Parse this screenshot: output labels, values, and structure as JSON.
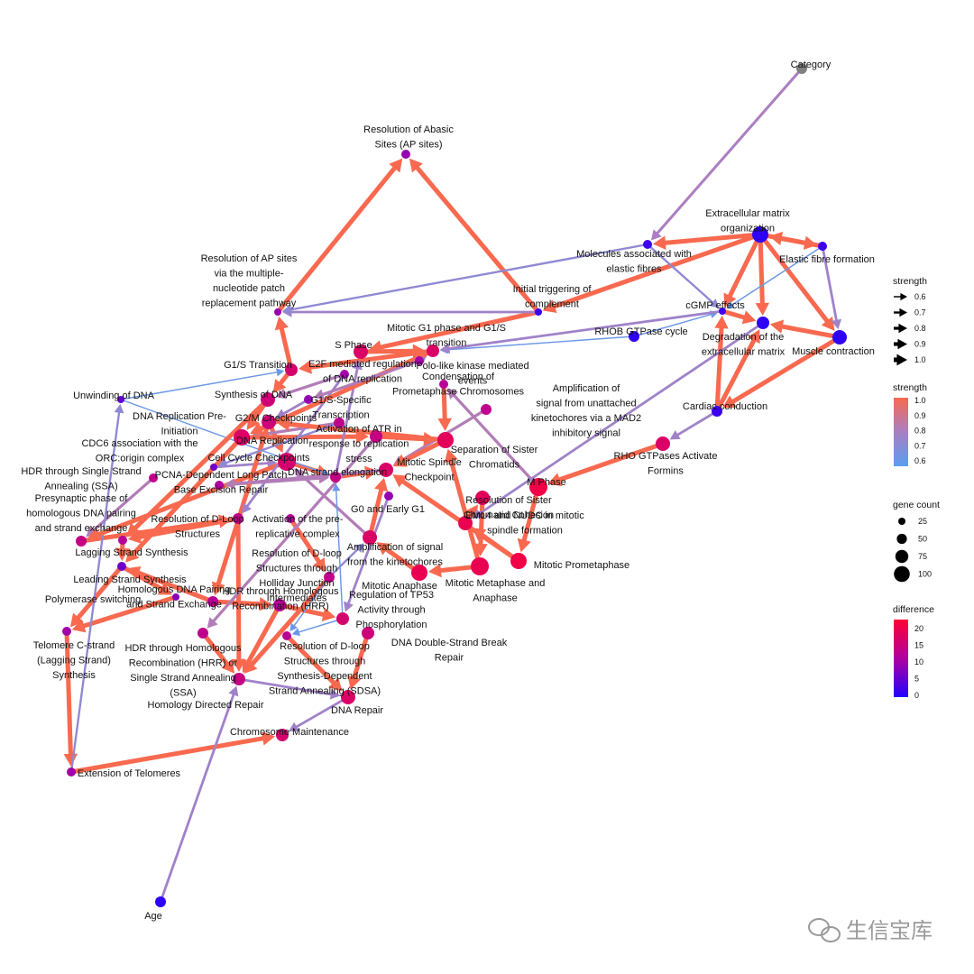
{
  "colors": {
    "edge_high": "#f8694f",
    "edge_mid": "#a97fc4",
    "edge_low": "#5a9ef0",
    "node_high": "#ff0033",
    "node_mid": "#b000a0",
    "node_low": "#2200ff",
    "node_category": "#808080"
  },
  "nodes": [
    {
      "id": "category",
      "label": "Category",
      "diff": null,
      "size": 6
    },
    {
      "id": "abasic",
      "label": "Resolution of Abasic\nSites (AP sites)",
      "diff": 9,
      "size": 5
    },
    {
      "id": "ap_multi",
      "label": "Resolution of AP sites\nvia the multiple-\nnucleotide patch\nreplacement pathway",
      "diff": 9,
      "size": 4
    },
    {
      "id": "ecm_org",
      "label": "Extracellular matrix\norganization",
      "diff": 1,
      "size": 9
    },
    {
      "id": "molecules_elastic",
      "label": "Molecules associated with\nelastic fibres",
      "diff": 2,
      "size": 5
    },
    {
      "id": "elastic_fibre",
      "label": "Elastic fibre formation",
      "diff": 2,
      "size": 5
    },
    {
      "id": "initial_complement",
      "label": "Initial triggering of\ncomplement",
      "diff": 2,
      "size": 4
    },
    {
      "id": "cgmp",
      "label": "cGMP effects",
      "diff": 2,
      "size": 4
    },
    {
      "id": "rhob",
      "label": "RHOB GTPase cycle",
      "diff": 1,
      "size": 6
    },
    {
      "id": "degradation_ecm",
      "label": "Degradation of the\nextracellular matrix",
      "diff": 1,
      "size": 7
    },
    {
      "id": "muscle",
      "label": "Muscle contraction",
      "diff": 1,
      "size": 8
    },
    {
      "id": "cardiac",
      "label": "Cardiac conduction",
      "diff": 2,
      "size": 6
    },
    {
      "id": "s_phase",
      "label": "S Phase",
      "diff": 17,
      "size": 8
    },
    {
      "id": "mitotic_g1s",
      "label": "Mitotic G1 phase and G1/S\ntransition",
      "diff": 17,
      "size": 7
    },
    {
      "id": "g1s_transition",
      "label": "G1/S Transition",
      "diff": 16,
      "size": 7
    },
    {
      "id": "e2f",
      "label": "E2F mediated regulation\nof DNA replication",
      "diff": 10,
      "size": 5
    },
    {
      "id": "plk",
      "label": "Polo-like kinase mediated\nevents",
      "diff": 10,
      "size": 5
    },
    {
      "id": "unwinding",
      "label": "Unwinding of DNA",
      "diff": 5,
      "size": 4
    },
    {
      "id": "synthesis_dna",
      "label": "Synthesis of DNA",
      "diff": 15,
      "size": 8
    },
    {
      "id": "g1s_specific",
      "label": "G1/S-Specific\nTranscription",
      "diff": 9,
      "size": 5
    },
    {
      "id": "condensation",
      "label": "Condensation of\nPrometaphase Chromosomes",
      "diff": 12,
      "size": 5
    },
    {
      "id": "mad2",
      "label": "Amplification of\nsignal from unattached\nkinetochores via a MAD2\ninhibitory signal",
      "diff": 13,
      "size": 6
    },
    {
      "id": "g2m",
      "label": "G2/M Checkpoints",
      "diff": 15,
      "size": 8
    },
    {
      "id": "dna_rep_pre",
      "label": "DNA Replication Pre-\nInitiation",
      "diff": 13,
      "size": 6
    },
    {
      "id": "dna_replication",
      "label": "DNA Replication",
      "diff": 17,
      "size": 9
    },
    {
      "id": "atr",
      "label": "Activation of ATR in\nresponse to replication\nstress",
      "diff": 14,
      "size": 7
    },
    {
      "id": "sep_sister",
      "label": "Separation of Sister\nChromatids",
      "diff": 18,
      "size": 9
    },
    {
      "id": "rho_formins",
      "label": "RHO GTPases Activate\nFormins",
      "diff": 17,
      "size": 8
    },
    {
      "id": "cdc6",
      "label": "CDC6 association with the\nORC:origin complex",
      "diff": 6,
      "size": 4
    },
    {
      "id": "cell_cycle_cp",
      "label": "Cell Cycle Checkpoints",
      "diff": 16,
      "size": 10
    },
    {
      "id": "hdr_ssa",
      "label": "HDR through Single Strand\nAnnealing (SSA)",
      "diff": 13,
      "size": 5
    },
    {
      "id": "pcna_lp",
      "label": "PCNA-Dependent Long Patch\nBase Excision Repair",
      "diff": 11,
      "size": 5
    },
    {
      "id": "dna_elong",
      "label": "DNA strand elongation",
      "diff": 14,
      "size": 6
    },
    {
      "id": "mitotic_spindle_cp",
      "label": "Mitotic Spindle\nCheckpoint",
      "diff": 17,
      "size": 8
    },
    {
      "id": "m_phase",
      "label": "M Phase",
      "diff": 20,
      "size": 10
    },
    {
      "id": "g0_g1",
      "label": "G0 and Early G1",
      "diff": 9,
      "size": 5
    },
    {
      "id": "res_sister",
      "label": "Resolution of Sister\nChromatid Cohesion",
      "diff": 18,
      "size": 8
    },
    {
      "id": "presynaptic",
      "label": "Presynaptic phase of\nhomologous DNA pairing\nand strand exchange",
      "diff": 14,
      "size": 6
    },
    {
      "id": "res_dloop",
      "label": "Resolution of D-Loop\nStructures",
      "diff": 13,
      "size": 6
    },
    {
      "id": "pre_rep_complex",
      "label": "Activation of the pre-\nreplicative complex",
      "diff": 12,
      "size": 5
    },
    {
      "id": "eml4",
      "label": "EML4 and NUDC in mitotic\nspindle formation",
      "diff": 19,
      "size": 8
    },
    {
      "id": "lagging",
      "label": "Lagging Strand Synthesis",
      "diff": 12,
      "size": 5
    },
    {
      "id": "amp_kinetochores",
      "label": "Amplification of signal\nfrom the kinetochores",
      "diff": 17,
      "size": 8
    },
    {
      "id": "mitotic_prometa",
      "label": "Mitotic Prometaphase",
      "diff": 20,
      "size": 9
    },
    {
      "id": "res_dloop_hj",
      "label": "Resolution of D-loop\nStructures through\nHolliday Junction\nIntermediates",
      "diff": 13,
      "size": 6
    },
    {
      "id": "leading",
      "label": "Leading Strand Synthesis",
      "diff": 6,
      "size": 5
    },
    {
      "id": "mitotic_anaphase",
      "label": "Mitotic Anaphase",
      "diff": 19,
      "size": 9
    },
    {
      "id": "mitotic_meta",
      "label": "Mitotic Metaphase and\nAnaphase",
      "diff": 19,
      "size": 10
    },
    {
      "id": "polymerase_switch",
      "label": "Polymerase switching",
      "diff": 8,
      "size": 4
    },
    {
      "id": "hdr_hr",
      "label": "HDR through Homologous\nRecombination (HRR)",
      "diff": 12,
      "size": 7
    },
    {
      "id": "homologous_pair",
      "label": "Homologous DNA Pairing\nand Strand Exchange",
      "diff": 12,
      "size": 6
    },
    {
      "id": "tp53",
      "label": "Regulation of TP53\nActivity through\nPhosphorylation",
      "diff": 16,
      "size": 7
    },
    {
      "id": "telomere_c",
      "label": "Telomere C-strand\n(Lagging Strand)\nSynthesis",
      "diff": 10,
      "size": 5
    },
    {
      "id": "hdr_hr_ssa",
      "label": "HDR through Homologous\nRecombination (HRR) or\nSingle Strand Annealing\n(SSA)",
      "diff": 13,
      "size": 6
    },
    {
      "id": "res_dloop_sdsa",
      "label": "Resolution of D-loop\nStructures through\nSynthesis-Dependent\nStrand Annealing (SDSA)",
      "diff": 12,
      "size": 5
    },
    {
      "id": "dsb_repair",
      "label": "DNA Double-Strand Break\nRepair",
      "diff": 15,
      "size": 7
    },
    {
      "id": "homology_directed",
      "label": "Homology Directed Repair",
      "diff": 14,
      "size": 7
    },
    {
      "id": "dna_repair",
      "label": "DNA Repair",
      "diff": 17,
      "size": 8
    },
    {
      "id": "chromosome_maint",
      "label": "Chromosome Maintenance",
      "diff": 16,
      "size": 7
    },
    {
      "id": "ext_telomeres",
      "label": "Extension of Telomeres",
      "diff": 10,
      "size": 5
    },
    {
      "id": "age",
      "label": "Age",
      "diff": 1,
      "size": 6
    }
  ],
  "edges": [
    {
      "from": "category",
      "to": "molecules_elastic",
      "strength": 0.78
    },
    {
      "from": "ap_multi",
      "to": "abasic",
      "strength": 1.0
    },
    {
      "from": "initial_complement",
      "to": "abasic",
      "strength": 1.0
    },
    {
      "from": "ecm_org",
      "to": "molecules_elastic",
      "strength": 1.0
    },
    {
      "from": "ecm_org",
      "to": "elastic_fibre",
      "strength": 1.0
    },
    {
      "from": "elastic_fibre",
      "to": "ecm_org",
      "strength": 1.0
    },
    {
      "from": "ecm_org",
      "to": "cgmp",
      "strength": 1.0
    },
    {
      "from": "ecm_org",
      "to": "degradation_ecm",
      "strength": 1.0
    },
    {
      "from": "ecm_org",
      "to": "muscle",
      "strength": 1.0
    },
    {
      "from": "ecm_org",
      "to": "initial_complement",
      "strength": 1.0
    },
    {
      "from": "elastic_fibre",
      "to": "muscle",
      "strength": 0.75
    },
    {
      "from": "elastic_fibre",
      "to": "cgmp",
      "strength": 0.6
    },
    {
      "from": "molecules_elastic",
      "to": "cgmp",
      "strength": 0.7
    },
    {
      "from": "cgmp",
      "to": "degradation_ecm",
      "strength": 1.0
    },
    {
      "from": "muscle",
      "to": "degradation_ecm",
      "strength": 1.0
    },
    {
      "from": "cardiac",
      "to": "degradation_ecm",
      "strength": 1.0
    },
    {
      "from": "cardiac",
      "to": "cgmp",
      "strength": 1.0
    },
    {
      "from": "cardiac",
      "to": "rho_formins",
      "strength": 0.75
    },
    {
      "from": "muscle",
      "to": "cardiac",
      "strength": 1.0
    },
    {
      "from": "rhob",
      "to": "cgmp",
      "strength": 0.6
    },
    {
      "from": "rhob",
      "to": "mitotic_g1s",
      "strength": 0.6
    },
    {
      "from": "initial_complement",
      "to": "s_phase",
      "strength": 1.0
    },
    {
      "from": "initial_complement",
      "to": "ap_multi",
      "strength": 0.75
    },
    {
      "from": "unwinding",
      "to": "g1s_transition",
      "strength": 0.6
    },
    {
      "from": "g1s_transition",
      "to": "ap_multi",
      "strength": 1.0
    },
    {
      "from": "s_phase",
      "to": "mitotic_g1s",
      "strength": 1.0
    },
    {
      "from": "mitotic_g1s",
      "to": "g1s_transition",
      "strength": 1.0
    },
    {
      "from": "plk",
      "to": "mitotic_g1s",
      "strength": 0.75
    },
    {
      "from": "e2f",
      "to": "synthesis_dna",
      "strength": 0.8
    },
    {
      "from": "synthesis_dna",
      "to": "dna_replication",
      "strength": 1.0
    },
    {
      "from": "g1s_specific",
      "to": "g2m",
      "strength": 0.75
    },
    {
      "from": "condensation",
      "to": "sep_sister",
      "strength": 1.0
    },
    {
      "from": "mad2",
      "to": "mitotic_spindle_cp",
      "strength": 0.8
    },
    {
      "from": "g2m",
      "to": "cell_cycle_cp",
      "strength": 1.0
    },
    {
      "from": "dna_rep_pre",
      "to": "dna_replication",
      "strength": 0.8
    },
    {
      "from": "dna_replication",
      "to": "atr",
      "strength": 1.0
    },
    {
      "from": "atr",
      "to": "sep_sister",
      "strength": 1.0
    },
    {
      "from": "sep_sister",
      "to": "mitotic_spindle_cp",
      "strength": 1.0
    },
    {
      "from": "rho_formins",
      "to": "m_phase",
      "strength": 1.0
    },
    {
      "from": "m_phase",
      "to": "mitotic_prometa",
      "strength": 1.0
    },
    {
      "from": "mitotic_prometa",
      "to": "eml4",
      "strength": 1.0
    },
    {
      "from": "eml4",
      "to": "res_sister",
      "strength": 1.0
    },
    {
      "from": "res_sister",
      "to": "mitotic_meta",
      "strength": 1.0
    },
    {
      "from": "mitotic_meta",
      "to": "mitotic_anaphase",
      "strength": 1.0
    },
    {
      "from": "mitotic_anaphase",
      "to": "amp_kinetochores",
      "strength": 1.0
    },
    {
      "from": "amp_kinetochores",
      "to": "mitotic_spindle_cp",
      "strength": 1.0
    },
    {
      "from": "cdc6",
      "to": "cell_cycle_cp",
      "strength": 0.75
    },
    {
      "from": "cell_cycle_cp",
      "to": "dna_elong",
      "strength": 1.0
    },
    {
      "from": "pcna_lp",
      "to": "dna_elong",
      "strength": 0.8
    },
    {
      "from": "dna_elong",
      "to": "mitotic_spindle_cp",
      "strength": 1.0
    },
    {
      "from": "g0_g1",
      "to": "tp53",
      "strength": 0.75
    },
    {
      "from": "hdr_ssa",
      "to": "presynaptic",
      "strength": 0.8
    },
    {
      "from": "presynaptic",
      "to": "res_dloop",
      "strength": 1.0
    },
    {
      "from": "res_dloop",
      "to": "lagging",
      "strength": 1.0
    },
    {
      "from": "lagging",
      "to": "leading",
      "strength": 1.0
    },
    {
      "from": "pre_rep_complex",
      "to": "res_dloop_hj",
      "strength": 1.0
    },
    {
      "from": "res_dloop_hj",
      "to": "amp_kinetochores",
      "strength": 0.7
    },
    {
      "from": "leading",
      "to": "polymerase_switch",
      "strength": 1.0
    },
    {
      "from": "polymerase_switch",
      "to": "telomere_c",
      "strength": 1.0
    },
    {
      "from": "leading",
      "to": "telomere_c",
      "strength": 1.0
    },
    {
      "from": "homologous_pair",
      "to": "hdr_hr",
      "strength": 1.0
    },
    {
      "from": "hdr_hr",
      "to": "tp53",
      "strength": 1.0
    },
    {
      "from": "tp53",
      "to": "res_dloop_sdsa",
      "strength": 0.6
    },
    {
      "from": "res_dloop_sdsa",
      "to": "dna_repair",
      "strength": 1.0
    },
    {
      "from": "dsb_repair",
      "to": "dna_repair",
      "strength": 1.0
    },
    {
      "from": "hdr_hr_ssa",
      "to": "homology_directed",
      "strength": 1.0
    },
    {
      "from": "homology_directed",
      "to": "dna_repair",
      "strength": 0.75
    },
    {
      "from": "res_dloop_hj",
      "to": "homology_directed",
      "strength": 1.0
    },
    {
      "from": "res_dloop",
      "to": "homology_directed",
      "strength": 1.0
    },
    {
      "from": "telomere_c",
      "to": "ext_telomeres",
      "strength": 1.0
    },
    {
      "from": "ext_telomeres",
      "to": "chromosome_maint",
      "strength": 1.0
    },
    {
      "from": "dna_repair",
      "to": "chromosome_maint",
      "strength": 0.75
    },
    {
      "from": "ext_telomeres",
      "to": "unwinding",
      "strength": 0.7
    },
    {
      "from": "age",
      "to": "homology_directed",
      "strength": 0.75
    },
    {
      "from": "unwinding",
      "to": "dna_elong",
      "strength": 0.6
    },
    {
      "from": "dna_elong",
      "to": "s_phase",
      "strength": 0.75
    },
    {
      "from": "m_phase",
      "to": "condensation",
      "strength": 0.8
    },
    {
      "from": "mitotic_meta",
      "to": "sep_sister",
      "strength": 1.0
    },
    {
      "from": "cell_cycle_cp",
      "to": "presynaptic",
      "strength": 1.0
    },
    {
      "from": "synthesis_dna",
      "to": "lagging",
      "strength": 1.0
    },
    {
      "from": "dna_replication",
      "to": "leading",
      "strength": 1.0
    },
    {
      "from": "atr",
      "to": "hdr_hr_ssa",
      "strength": 0.8
    },
    {
      "from": "g2m",
      "to": "homologous_pair",
      "strength": 1.0
    },
    {
      "from": "e2f",
      "to": "res_dloop",
      "strength": 0.75
    },
    {
      "from": "mitotic_spindle_cp",
      "to": "pcna_lp",
      "strength": 0.8
    },
    {
      "from": "sep_sister",
      "to": "g2m",
      "strength": 1.0
    },
    {
      "from": "amp_kinetochores",
      "to": "cell_cycle_cp",
      "strength": 0.8
    },
    {
      "from": "mitotic_g1s",
      "to": "dna_replication",
      "strength": 1.0
    },
    {
      "from": "g1s_transition",
      "to": "synthesis_dna",
      "strength": 1.0
    },
    {
      "from": "dna_rep_pre",
      "to": "cdc6",
      "strength": 0.7
    },
    {
      "from": "hdr_hr",
      "to": "homology_directed",
      "strength": 1.0
    },
    {
      "from": "homologous_pair",
      "to": "leading",
      "strength": 1.0
    },
    {
      "from": "res_dloop_hj",
      "to": "res_dloop_sdsa",
      "strength": 0.6
    },
    {
      "from": "tp53",
      "to": "dna_elong",
      "strength": 0.6
    },
    {
      "from": "mitotic_prometa",
      "to": "mitotic_spindle_cp",
      "strength": 1.0
    },
    {
      "from": "plk",
      "to": "g1s_specific",
      "strength": 0.8
    },
    {
      "from": "cgmp",
      "to": "mitotic_g1s",
      "strength": 0.75
    },
    {
      "from": "degradation_ecm",
      "to": "eml4",
      "strength": 0.75
    },
    {
      "from": "molecules_elastic",
      "to": "ap_multi",
      "strength": 0.7
    }
  ],
  "legend": {
    "strength_arrows": {
      "title": "strength",
      "ticks": [
        "0.6",
        "0.7",
        "0.8",
        "0.9",
        "1.0"
      ]
    },
    "strength_colorbar": {
      "title": "strength",
      "ticks": [
        "1.0",
        "0.9",
        "0.8",
        "0.7",
        "0.6"
      ]
    },
    "gene_count": {
      "title": "gene count",
      "ticks": [
        "25",
        "50",
        "75",
        "100"
      ]
    },
    "difference": {
      "title": "difference",
      "ticks": [
        "20",
        "15",
        "10",
        "5",
        "0"
      ]
    }
  },
  "watermark": "生信宝库"
}
